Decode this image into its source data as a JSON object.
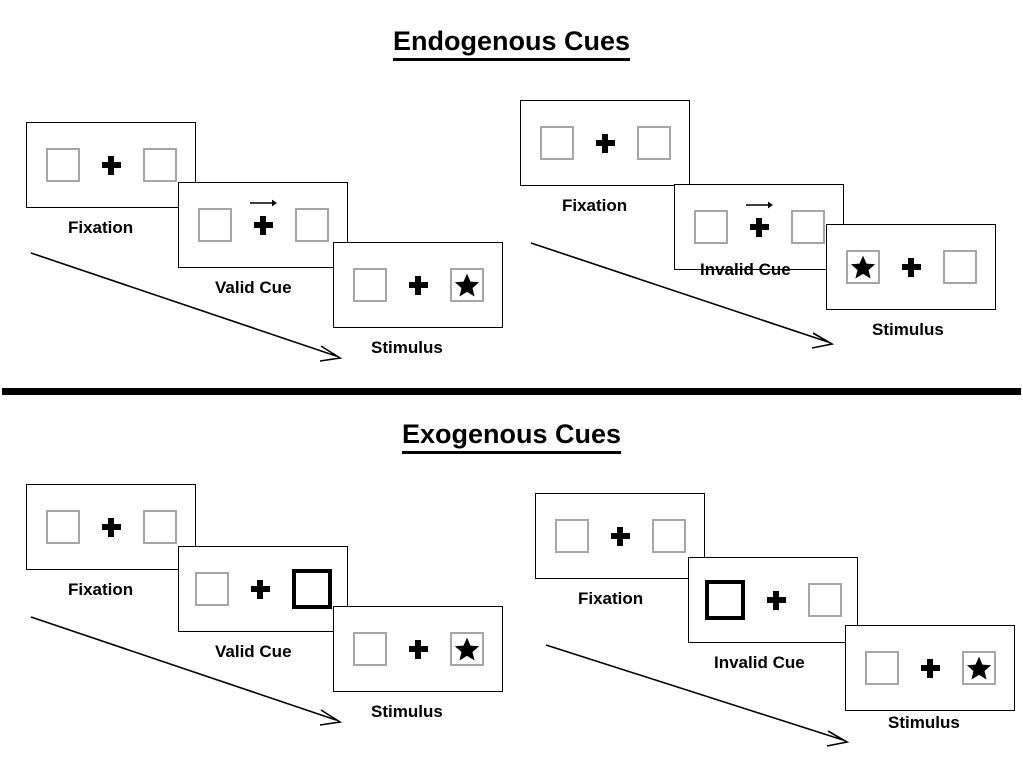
{
  "sections": [
    {
      "id": "endogenous",
      "title": "Endogenous Cues",
      "groups": [
        {
          "id": "endogenous-valid",
          "panels": [
            {
              "caption": "Fixation",
              "cue": "none",
              "cue_side": "none",
              "target": "none",
              "target_side": "none"
            },
            {
              "caption": "Valid Cue",
              "cue": "arrow-right",
              "cue_side": "right",
              "target": "none",
              "target_side": "none"
            },
            {
              "caption": "Stimulus",
              "cue": "none",
              "cue_side": "none",
              "target": "star",
              "target_side": "right"
            }
          ]
        },
        {
          "id": "endogenous-invalid",
          "panels": [
            {
              "caption": "Fixation",
              "cue": "none",
              "cue_side": "none",
              "target": "none",
              "target_side": "none"
            },
            {
              "caption": "Invalid Cue",
              "cue": "arrow-right",
              "cue_side": "right",
              "target": "none",
              "target_side": "none"
            },
            {
              "caption": "Stimulus",
              "cue": "none",
              "cue_side": "none",
              "target": "star",
              "target_side": "left"
            }
          ]
        }
      ]
    },
    {
      "id": "exogenous",
      "title": "Exogenous Cues",
      "groups": [
        {
          "id": "exogenous-valid",
          "panels": [
            {
              "caption": "Fixation",
              "cue": "none",
              "cue_side": "none",
              "target": "none",
              "target_side": "none"
            },
            {
              "caption": "Valid Cue",
              "cue": "box-highlight",
              "cue_side": "right",
              "target": "none",
              "target_side": "none"
            },
            {
              "caption": "Stimulus",
              "cue": "none",
              "cue_side": "none",
              "target": "star",
              "target_side": "right"
            }
          ]
        },
        {
          "id": "exogenous-invalid",
          "panels": [
            {
              "caption": "Fixation",
              "cue": "none",
              "cue_side": "none",
              "target": "none",
              "target_side": "none"
            },
            {
              "caption": "Invalid Cue",
              "cue": "box-highlight",
              "cue_side": "left",
              "target": "none",
              "target_side": "none"
            },
            {
              "caption": "Stimulus",
              "cue": "none",
              "cue_side": "none",
              "target": "star",
              "target_side": "right"
            }
          ]
        }
      ]
    }
  ],
  "colors": {
    "box_border": "#a6a6a6",
    "cued_box_border": "#000000",
    "panel_border": "#000000",
    "ink": "#000000",
    "background": "#ffffff"
  },
  "icons": {
    "fixation_cross": "plus-cross-icon",
    "endogenous_cue": "arrow-right-icon",
    "exogenous_cue": "highlighted-box-icon",
    "target": "star-icon",
    "timeline": "diagonal-arrow-icon"
  }
}
